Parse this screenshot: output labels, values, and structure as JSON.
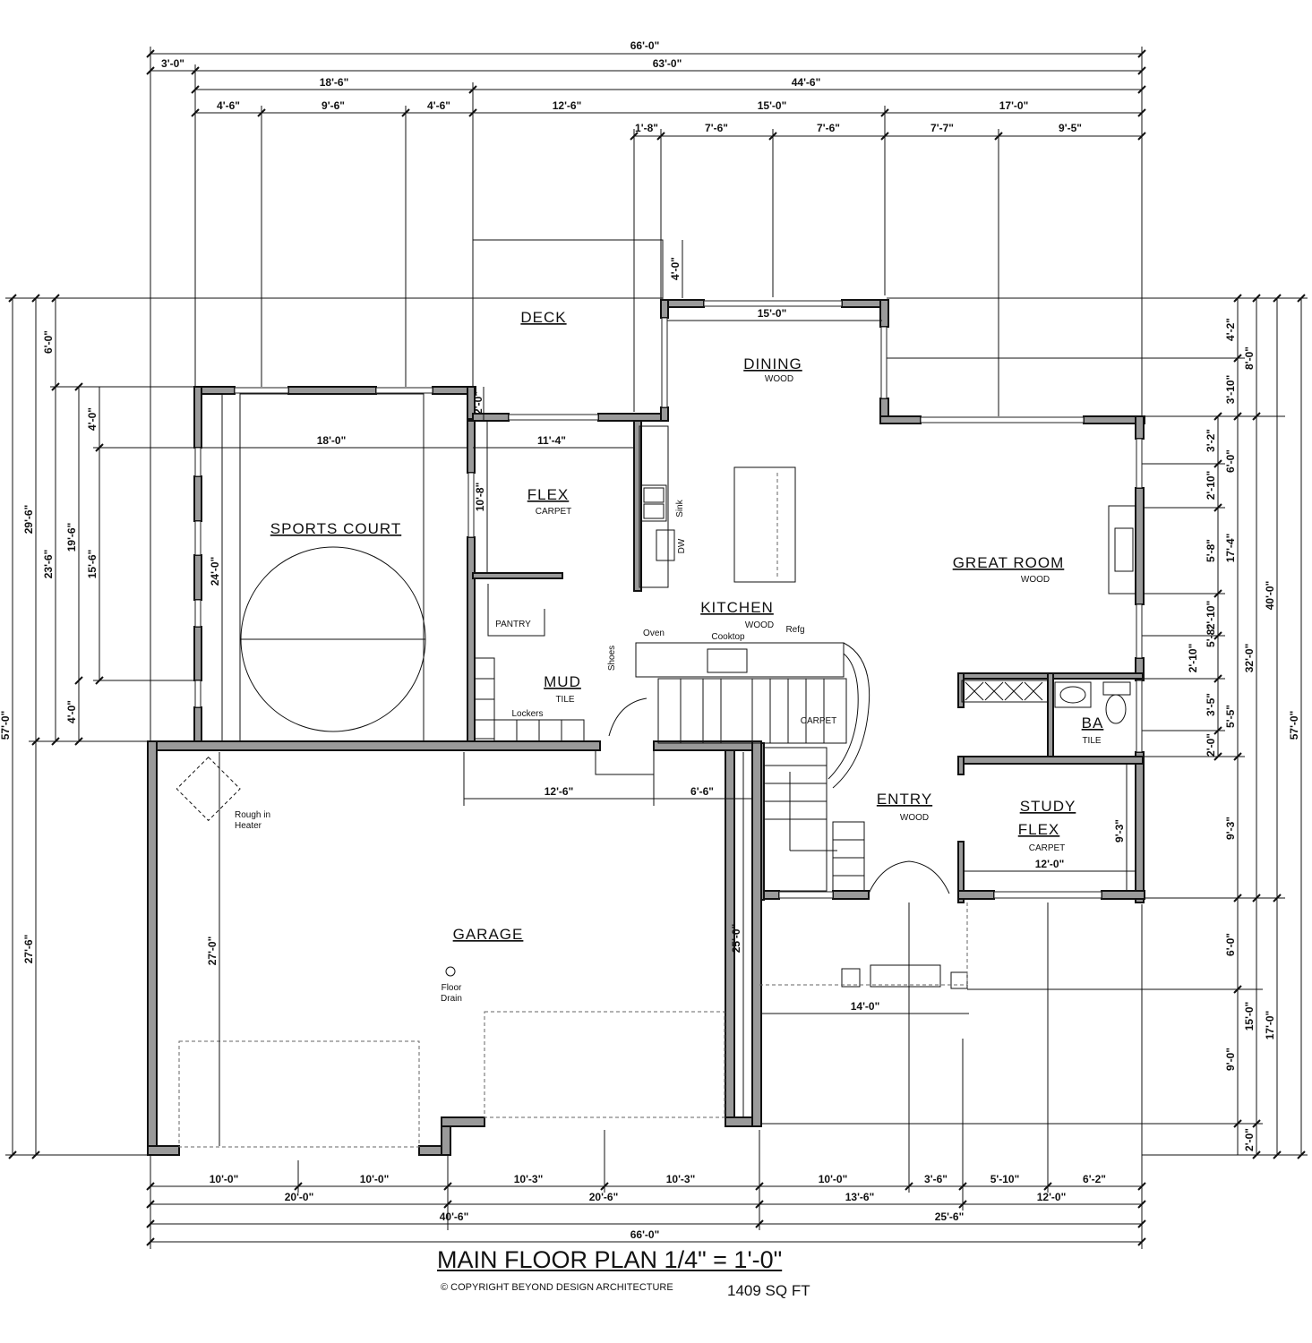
{
  "title": "MAIN FLOOR PLAN  1/4\" = 1'-0\"",
  "copyright": "© COPYRIGHT BEYOND DESIGN ARCHITECTURE",
  "area": "1409 SQ FT",
  "rooms": {
    "deck": "DECK",
    "dining": "DINING",
    "dining_floor": "WOOD",
    "flex": "FLEX",
    "flex_floor": "CARPET",
    "sports_court": "SPORTS COURT",
    "great_room": "GREAT ROOM",
    "great_room_floor": "WOOD",
    "kitchen": "KITCHEN",
    "kitchen_floor": "WOOD",
    "pantry": "PANTRY",
    "mud": "MUD",
    "mud_floor": "TILE",
    "ba": "BA",
    "ba_floor": "TILE",
    "entry": "ENTRY",
    "entry_floor": "WOOD",
    "study": "STUDY",
    "study_flex": "FLEX",
    "study_floor": "CARPET",
    "garage": "GARAGE",
    "stair_floor": "CARPET"
  },
  "fixtures": {
    "sink": "Sink",
    "dw": "DW",
    "oven": "Oven",
    "cooktop": "Cooktop",
    "refg": "Refg",
    "shoes": "Shoes",
    "lockers": "Lockers",
    "heater_1": "Rough in",
    "heater_2": "Heater",
    "drain_1": "Floor",
    "drain_2": "Drain"
  },
  "dims": {
    "top": [
      "66'-0\"",
      "3'-0\"",
      "63'-0\"",
      "18'-6\"",
      "44'-6\"",
      "4'-6\"",
      "9'-6\"",
      "4'-6\"",
      "12'-6\"",
      "15'-0\"",
      "17'-0\"",
      "1'-8\"",
      "7'-6\"",
      "7'-6\"",
      "7'-7\"",
      "9'-5\""
    ],
    "bottom": [
      "10'-0\"",
      "10'-0\"",
      "10'-3\"",
      "10'-3\"",
      "10'-0\"",
      "3'-6\"",
      "5'-10\"",
      "6'-2\"",
      "20'-0\"",
      "20'-6\"",
      "13'-6\"",
      "12'-0\"",
      "40'-6\"",
      "25'-6\"",
      "66'-0\""
    ],
    "left": [
      "57'-0\"",
      "29'-6\"",
      "27'-6\"",
      "6'-0\"",
      "23'-6\"",
      "19'-6\"",
      "4'-0\"",
      "15'-6\"",
      "4'-0\""
    ],
    "right": [
      "57'-0\"",
      "40'-0\"",
      "17'-0\"",
      "8'-0\"",
      "32'-0\"",
      "15'-0\"",
      "4'-2\"",
      "3'-10\"",
      "6'-0\"",
      "17'-4\"",
      "5'-5\"",
      "9'-3\"",
      "6'-0\"",
      "9'-0\"",
      "2'-0\"",
      "3'-2\"",
      "2'-10\"",
      "5'-8\"",
      "2'-10\"",
      "5'-8\"",
      "2'-10\"",
      "3'-5\"",
      "2'-0\""
    ],
    "interior": [
      "4'-0\"",
      "15'-0\"",
      "2'-0\"",
      "11'-4\"",
      "10'-8\"",
      "18'-0\"",
      "24'-0\"",
      "12'-6\"",
      "6'-6\"",
      "27'-0\"",
      "25'-0\"",
      "9'-3\"",
      "12'-0\"",
      "14'-0\""
    ]
  }
}
